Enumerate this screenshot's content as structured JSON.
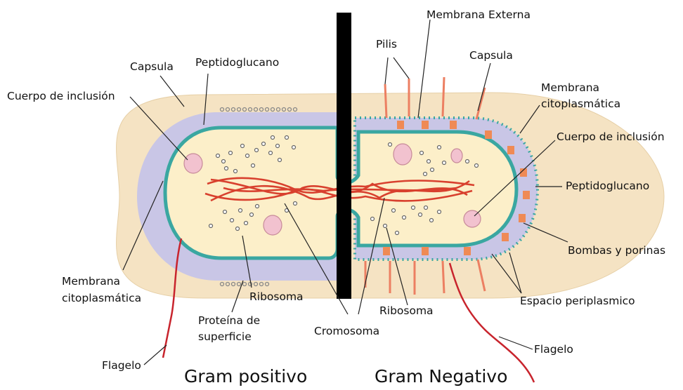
{
  "labels": {
    "capsula_left": "Capsula",
    "peptidoglucano_left": "Peptidoglucano",
    "cuerpo_inclusion_left": "Cuerpo de inclusión",
    "membrana_left_1": "Membrana",
    "membrana_left_2": "citoplasmática",
    "ribosoma_left": "Ribosoma",
    "proteina_1": "Proteína de",
    "proteina_2": "superficie",
    "flagelo_left": "Flagelo",
    "cromosoma": "Cromosoma",
    "ribosoma_right": "Ribosoma",
    "membrana_externa": "Membrana Externa",
    "pilis": "Pilis",
    "capsula_right": "Capsula",
    "membrana_right_1": "Membrana",
    "membrana_right_2": "citoplasmática",
    "cuerpo_inclusion_right": "Cuerpo de inclusión",
    "peptidoglucano_right": "Peptidoglucano",
    "bombas_porinas": "Bombas y porinas",
    "espacio_periplasmico": "Espacio periplasmico",
    "flagelo_right": "Flagelo"
  },
  "titles": {
    "gram_positivo": "Gram positivo",
    "gram_negativo": "Gram Negativo"
  },
  "colors": {
    "capsule": "#f5e3c3",
    "periplasm": "#c9c6e6",
    "membrane": "#3aa7a1",
    "cytoplasm": "#fcefc9",
    "chromosome": "#d8402e",
    "flagellum": "#c8242d",
    "pili": "#ec7f62",
    "inclusion": "#f2c2cf",
    "porin": "#ef8a55"
  }
}
